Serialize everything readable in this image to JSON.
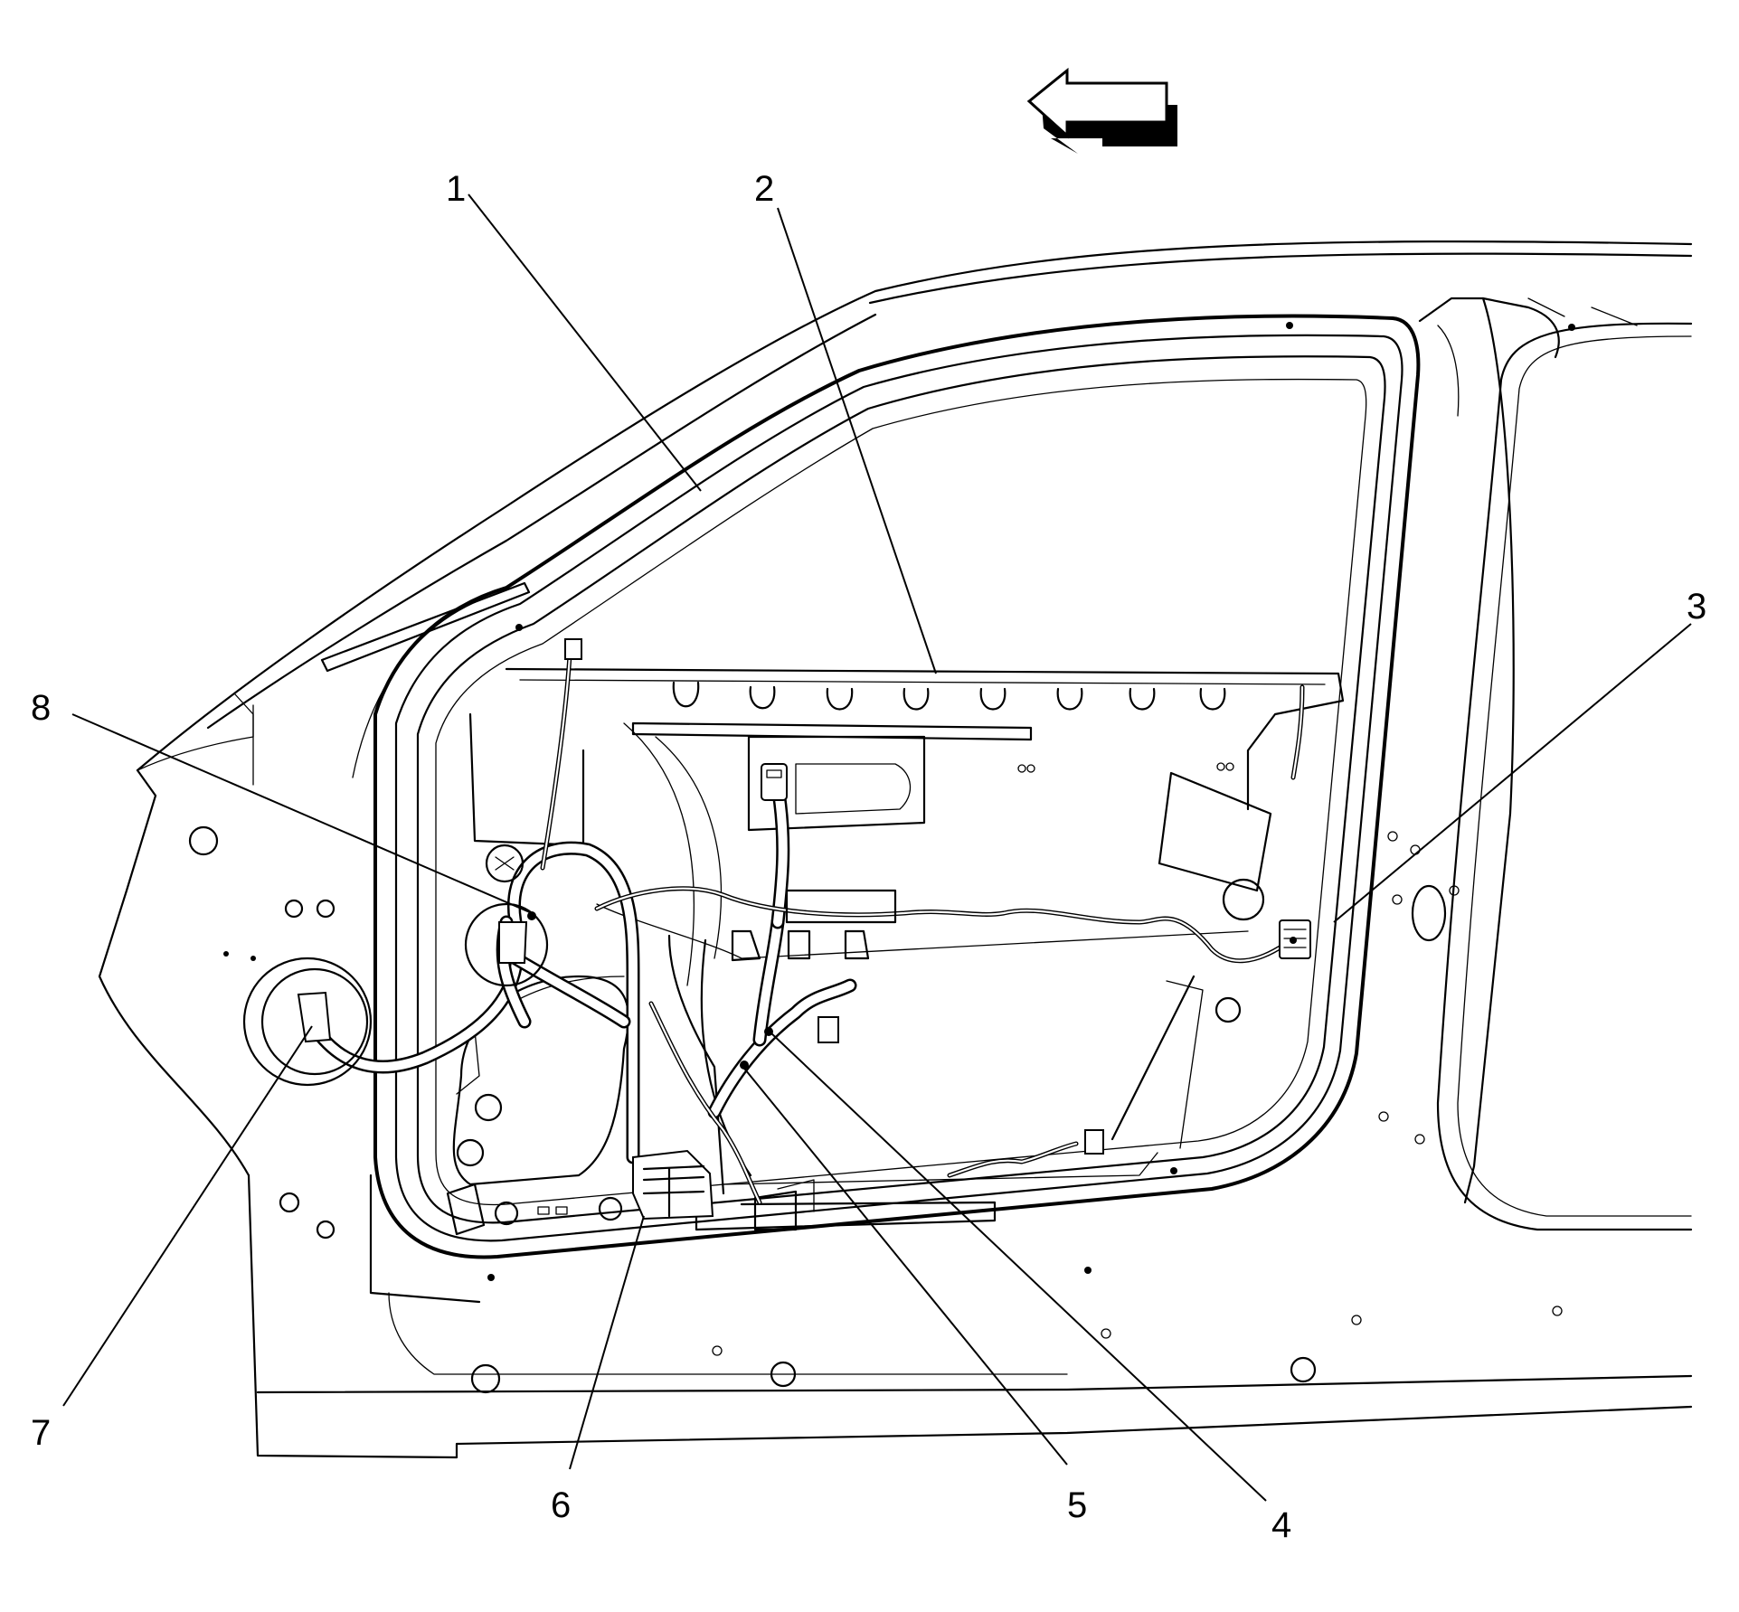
{
  "figure": {
    "direction_arrow": "arrow-left-icon",
    "callouts": [
      "1",
      "2",
      "3",
      "4",
      "5",
      "6",
      "7",
      "8"
    ]
  }
}
